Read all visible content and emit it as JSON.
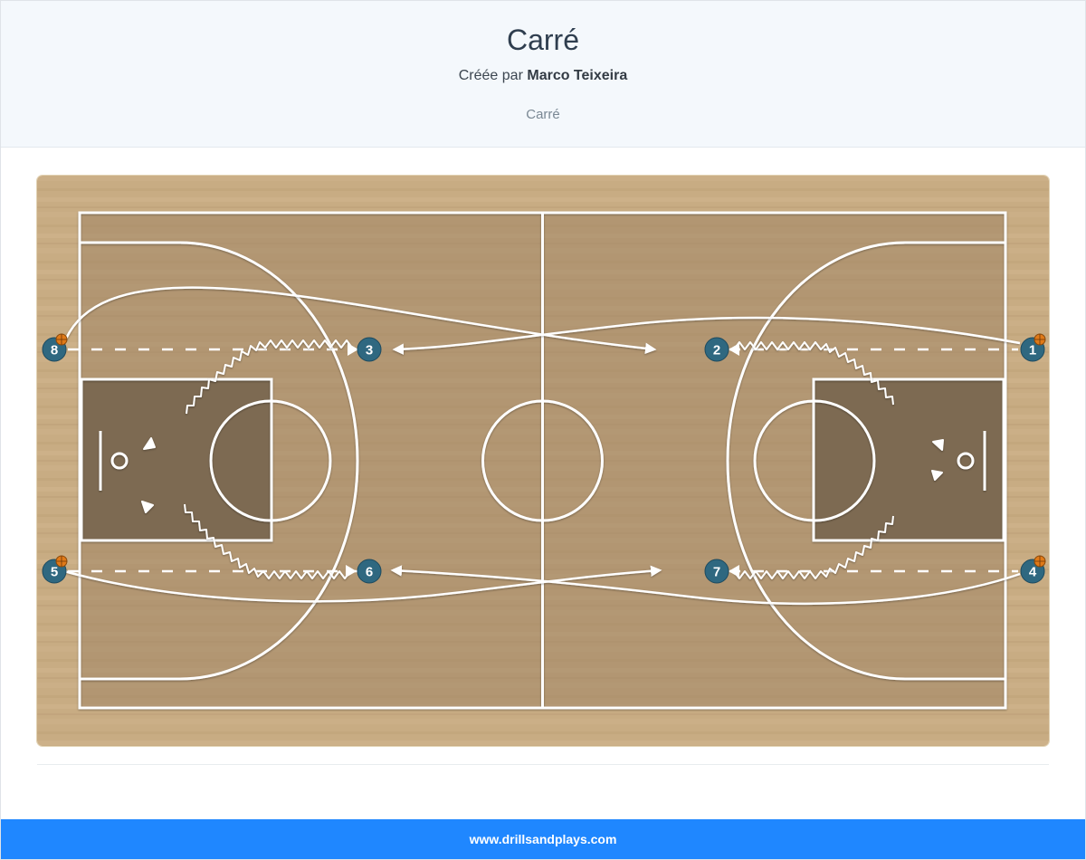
{
  "header": {
    "title": "Carré",
    "created_by_prefix": "Créée par",
    "author": "Marco Teixeira",
    "subtitle": "Carré"
  },
  "diagram": {
    "players": [
      {
        "label": "1",
        "has_ball": true
      },
      {
        "label": "2",
        "has_ball": false
      },
      {
        "label": "3",
        "has_ball": false
      },
      {
        "label": "4",
        "has_ball": true
      },
      {
        "label": "5",
        "has_ball": true
      },
      {
        "label": "6",
        "has_ball": false
      },
      {
        "label": "7",
        "has_ball": false
      },
      {
        "label": "8",
        "has_ball": true
      }
    ],
    "colors": {
      "floor": "#c9ad84",
      "paint": "#7d6a52",
      "lines": "#ffffff",
      "player": "#2f6880",
      "ball": "#e07a18"
    }
  },
  "footer": {
    "site": "www.drillsandplays.com"
  }
}
